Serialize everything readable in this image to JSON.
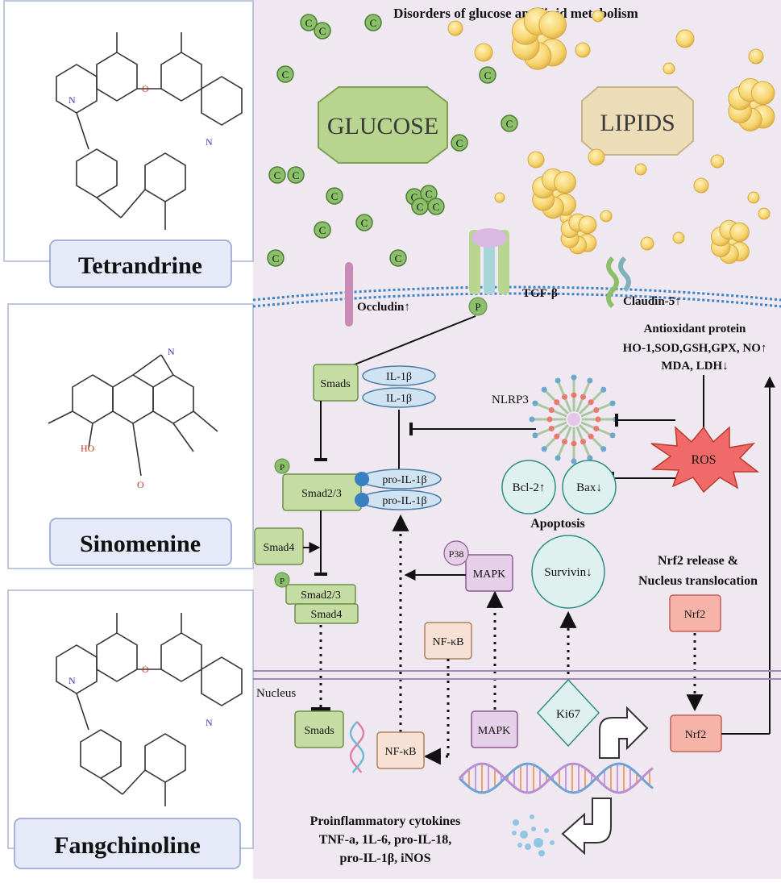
{
  "title": "Disorders of glucose and lipid metabolism",
  "compounds": [
    {
      "name": "Tetrandrine"
    },
    {
      "name": "Sinomenine"
    },
    {
      "name": "Fangchinoline"
    }
  ],
  "extracellular": {
    "glucose": "GLUCOSE",
    "lipids": "LIPIDS",
    "carbon": "C"
  },
  "membrane": {
    "occludin": "Occludin↑",
    "tgfb": "TGF-β",
    "claudin": "Claudin-5↑",
    "phospho": "P"
  },
  "antioxidant": {
    "line1": "Antioxidant protein",
    "line2": "HO-1,SOD,GSH,GPX, NO↑",
    "line3": "MDA, LDH↓"
  },
  "smad_path": {
    "smads": "Smads",
    "smad23": "Smad2/3",
    "smad4": "Smad4",
    "p": "P"
  },
  "inflam": {
    "il1b": "IL-1β",
    "pro_il1b": "pro-IL-1β",
    "nlrp3": "NLRP3",
    "ros": "ROS"
  },
  "apoptosis": {
    "bcl2": "Bcl-2↑",
    "bax": "Bax↓",
    "label": "Apoptosis",
    "survivin": "Survivin↓",
    "ki67": "Ki67"
  },
  "mapk_path": {
    "p38": "P38",
    "mapk": "MAPK",
    "nfkb": "NF-κB"
  },
  "nrf2": {
    "label1": "Nrf2 release &",
    "label2": "Nucleus translocation",
    "name": "Nrf2"
  },
  "nucleus": {
    "label": "Nucleus",
    "smads": "Smads",
    "nfkb": "NF-κB",
    "mapk": "MAPK",
    "nrf2": "Nrf2"
  },
  "cytokines": {
    "line1": "Proinflammatory cytokines",
    "line2": "TNF-a, 1L-6, pro-IL-18,",
    "line3": "pro-IL-1β, iNOS"
  },
  "colors": {
    "panel_bg": "#efe8f1",
    "smad_fill": "#c5dca3",
    "smad_stroke": "#6f8f4a",
    "il_fill": "#cfe3f3",
    "il_stroke": "#4a7ea8",
    "ros_fill": "#f06a6a",
    "nrf2_fill": "#f6b3a7",
    "mapk_fill": "#e6cfe8",
    "nfkb_fill": "#f6e1d4",
    "circle_fill": "#dff1ef",
    "c_fill": "#8bbf6a",
    "lipid_fill": "#f7d77a",
    "compound_box": "#e6e9f8"
  }
}
